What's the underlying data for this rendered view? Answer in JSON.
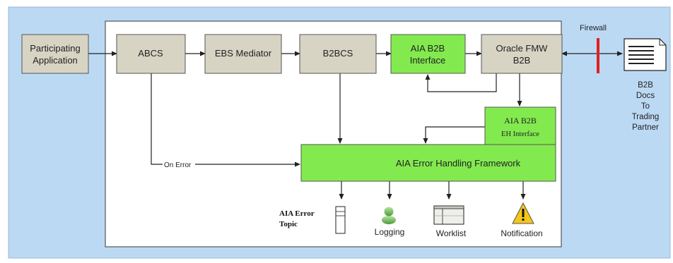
{
  "nodes": {
    "participating_application": [
      "Participating",
      "Application"
    ],
    "abcs": [
      "ABCS"
    ],
    "ebs_mediator": [
      "EBS Mediator"
    ],
    "b2bcs": [
      "B2BCS"
    ],
    "aia_b2b_interface": [
      "AIA B2B",
      "Interface"
    ],
    "oracle_fmw_b2b": [
      "Oracle FMW",
      "B2B"
    ],
    "aia_b2b_eh_interface": [
      "AIA B2B",
      "EH Interface"
    ],
    "error_handling_framework": [
      "AIA Error Handling Framework"
    ]
  },
  "labels": {
    "firewall": "Firewall",
    "on_error": "On Error",
    "b2b_docs": [
      "B2B",
      "Docs",
      "To",
      "Trading",
      "Partner"
    ],
    "aia_error_topic": [
      "AIA Error",
      "Topic"
    ],
    "logging": "Logging",
    "worklist": "Worklist",
    "notification": "Notification"
  },
  "colors": {
    "background": "#bcd9f4",
    "panel": "#ffffff",
    "gray_box": "#d8d4c4",
    "green_box": "#82ea4e",
    "firewall": "#e02020",
    "warning": "#f5c518"
  },
  "icons": {
    "document": "document-icon",
    "topic": "queue-icon",
    "logging": "person-icon",
    "worklist": "worklist-icon",
    "notification": "warning-icon"
  }
}
